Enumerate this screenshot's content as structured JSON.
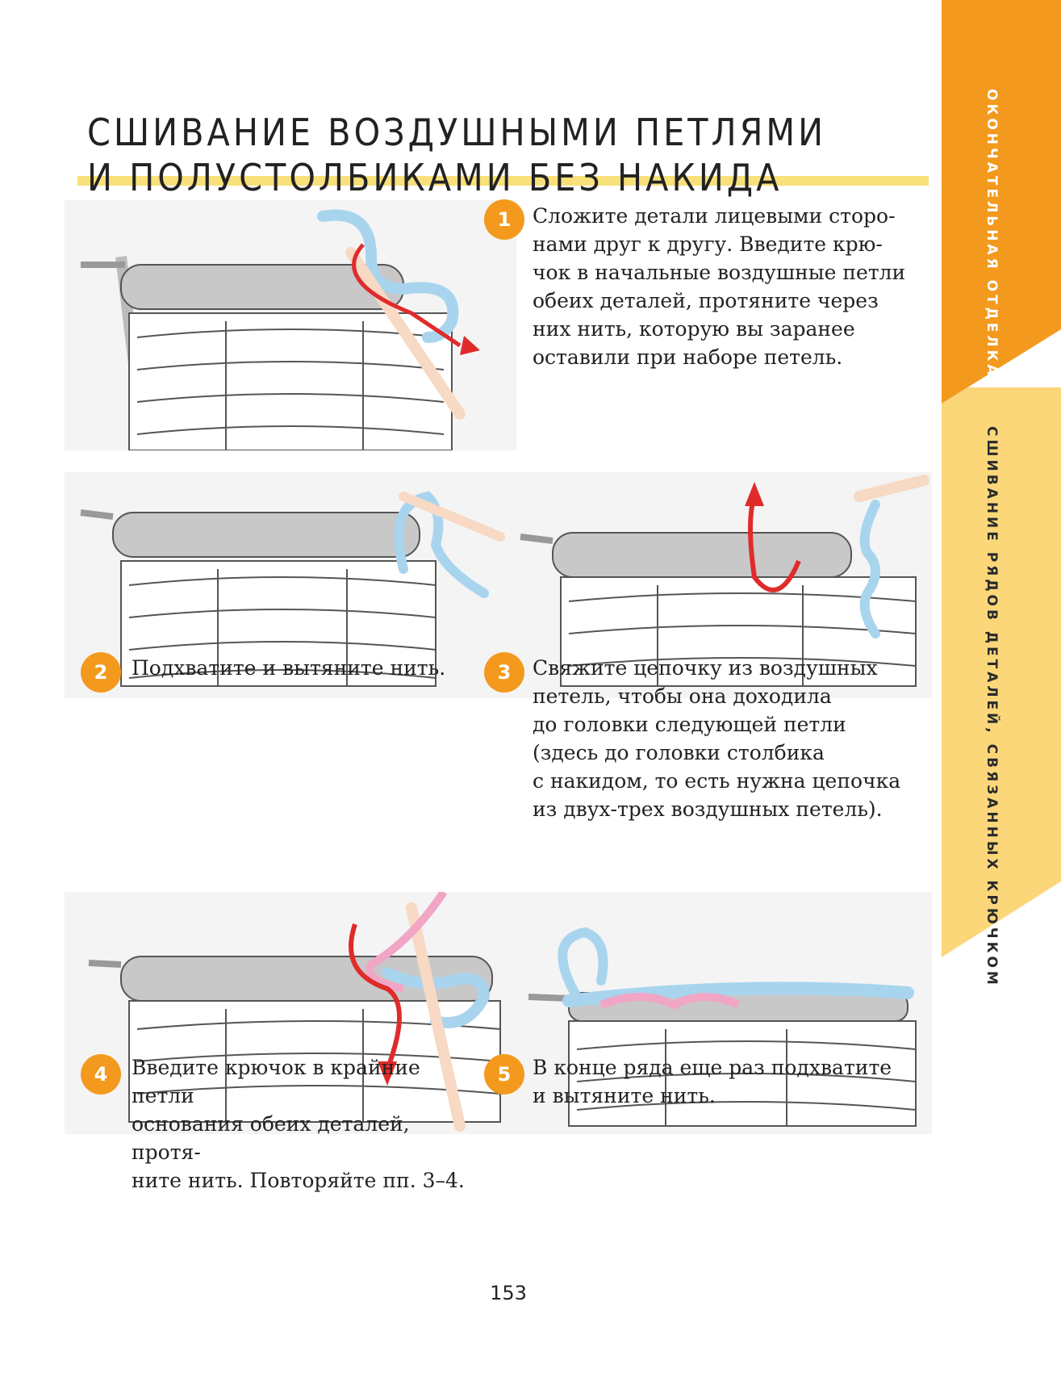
{
  "title": {
    "line1": "СШИВАНИЕ ВОЗДУШНЫМИ ПЕТЛЯМИ",
    "line2": "И ПОЛУСТОЛБИКАМИ БЕЗ НАКИДА"
  },
  "side_tabs": {
    "chapter": "ОКОНЧАТЕЛЬНАЯ ОТДЕЛКА",
    "section": "СШИВАНИЕ РЯДОВ ДЕТАЛЕЙ, СВЯЗАННЫХ КРЮЧКОМ"
  },
  "colors": {
    "accent_orange": "#f39a1e",
    "accent_yellow": "#fbd77a",
    "title_underline": "#f8e07a",
    "yarn_blue": "#a8d4ee",
    "yarn_pink": "#f0a6c4",
    "arrow_red": "#e02b2b",
    "hook": "#f7d9c4"
  },
  "steps": [
    {
      "number": "1",
      "text": "Сложите детали лицевыми сторо-\nнами друг к другу. Введите крю-\nчок в начальные воздушные петли\nобеих деталей, протяните через\nних нить, которую вы заранее\nоставили при наборе петель."
    },
    {
      "number": "2",
      "text": "Подхватите и вытяните нить."
    },
    {
      "number": "3",
      "text": "Свяжите цепочку из воздушных\nпетель, чтобы она доходила\nдо головки следующей петли\n(здесь до головки столбика\nс накидом, то есть нужна цепочка\nиз двух-трех воздушных петель)."
    },
    {
      "number": "4",
      "text": "Введите крючок в крайние петли\nоснования обеих деталей, протя-\nните нить. Повторяйте пп. 3–4."
    },
    {
      "number": "5",
      "text": "В конце ряда еще раз подхватите\nи вытяните нить."
    }
  ],
  "page_number": "153"
}
